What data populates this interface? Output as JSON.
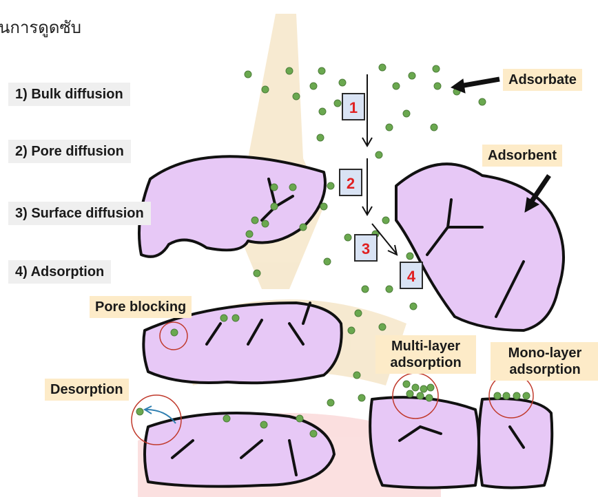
{
  "title_text": "นการดูดซับ",
  "steps": [
    {
      "label": "1) Bulk diffusion"
    },
    {
      "label": "2) Pore diffusion"
    },
    {
      "label": "3) Surface diffusion"
    },
    {
      "label": "4) Adsorption"
    }
  ],
  "step_markers": [
    "1",
    "2",
    "3",
    "4"
  ],
  "labels": {
    "adsorbate": "Adsorbate",
    "adsorbent": "Adsorbent",
    "pore_blocking": "Pore blocking",
    "desorption": "Desorption",
    "multi_layer": "Multi-layer adsorption",
    "mono_layer": "Mono-layer adsorption"
  },
  "colors": {
    "adsorbent_fill": "#e7c8f6",
    "adsorbate_dot": "#6aa84f",
    "marker_text": "#e02020",
    "marker_fill": "#d9e3f4",
    "step_bg": "#efefef",
    "tag_bg": "#fdebc8",
    "highlight_circle": "#c0392b",
    "watermark": "#e8c27a"
  }
}
